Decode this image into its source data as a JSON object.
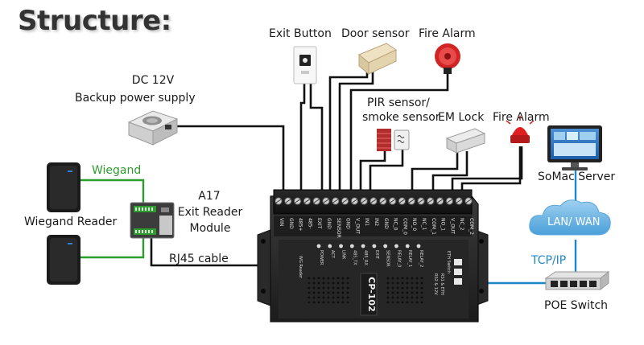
{
  "title": "Structure:",
  "labels": {
    "exit_button": "Exit Button",
    "door_sensor": "Door sensor",
    "fire_alarm_top": "Fire Alarm",
    "dc_12v": "DC 12V",
    "backup_power": "Backup power supply",
    "pir_line1": "PIR sensor/",
    "pir_line2": "smoke sensor",
    "em_lock": "EM Lock",
    "fire_alarm_right": "Fire Alarm",
    "somac_server": "SoMac Server",
    "wiegand": "Wiegand",
    "wiegand_reader": "Wiegand Reader",
    "a17_line1": "A17",
    "a17_line2": "Exit Reader",
    "a17_line3": "Module",
    "rj45_cable": "RJ45 cable",
    "lan_wan": "LAN/ WAN",
    "tcp_ip": "TCP/IP",
    "poe_switch": "POE Switch"
  },
  "device": {
    "model": "CP-102",
    "terminal_labels": [
      "VIN",
      "GND",
      "485+",
      "485-",
      "EXIT",
      "GND",
      "SENSOR",
      "GND",
      "V_OUT",
      "IN1",
      "IN2",
      "GND",
      "NC_0",
      "COM_0",
      "NO_0",
      "NC_1",
      "COM_1",
      "NO_1",
      "V_OUT",
      "NC_2",
      "COM_2"
    ],
    "leds": [
      "POWER",
      "ACT",
      "LINK",
      "485_TX",
      "485_RX",
      "EXIT",
      "SENSOR",
      "RELAY_0",
      "RELAY_1",
      "RELAY_2"
    ],
    "side_label": "WG Reader",
    "switch_label": "ETH Switch",
    "indicator_1": "RS1 & ETH",
    "indicator_2": "RS2 & 12V"
  },
  "colors": {
    "wiegand_wire": "#2e9b2e",
    "network_wire": "#1f86c8",
    "cable": "#111111",
    "cloud": "#6fb6e6",
    "device_body": "#2b2b2b"
  }
}
